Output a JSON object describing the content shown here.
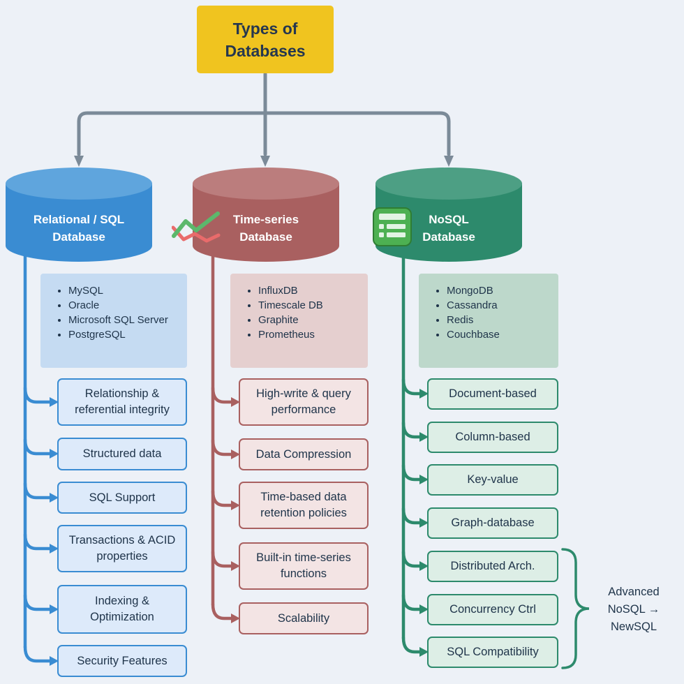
{
  "title": {
    "line1": "Types of",
    "line2": "Databases"
  },
  "colors": {
    "background": "#edf1f7",
    "title_bg": "#f0c41f",
    "title_text": "#26374f",
    "connector": "#7b8a98",
    "text_dark": "#1e3349",
    "relational": "#3a8cd2",
    "relational_light": "#5fa5dd",
    "relational_example_bg": "#c5dbf2",
    "relational_feature_bg": "#ddeafa",
    "timeseries": "#a96060",
    "timeseries_light": "#bb7d7d",
    "timeseries_example_bg": "#e5cfcf",
    "timeseries_feature_bg": "#f3e4e4",
    "nosql": "#2d8a6c",
    "nosql_light": "#4d9f84",
    "nosql_example_bg": "#bdd8cb",
    "nosql_feature_bg": "#ddeee6",
    "icon_green": "#4db052",
    "icon_green_dark": "#2f7d33",
    "icon_light": "#e2f4e4",
    "icon_line_green": "#5cb86c",
    "icon_red": "#e96b6b"
  },
  "columns": [
    {
      "name": "relational",
      "label": {
        "line1": "Relational / SQL",
        "line2": "Database"
      },
      "examples": [
        "MySQL",
        "Oracle",
        "Microsoft SQL Server",
        "PostgreSQL"
      ],
      "features": [
        "Relationship & referential integrity",
        "Structured data",
        "SQL Support",
        "Transactions & ACID properties",
        "Indexing & Optimization",
        "Security Features"
      ]
    },
    {
      "name": "timeseries",
      "label": {
        "line1": "Time-series",
        "line2": "Database"
      },
      "examples": [
        "InfluxDB",
        "Timescale DB",
        "Graphite",
        "Prometheus"
      ],
      "features": [
        "High-write & query performance",
        "Data Compression",
        "Time-based data retention policies",
        "Built-in time-series functions",
        "Scalability"
      ]
    },
    {
      "name": "nosql",
      "label": {
        "line1": "NoSQL",
        "line2": "Database"
      },
      "examples": [
        "MongoDB",
        "Cassandra",
        "Redis",
        "Couchbase"
      ],
      "features": [
        "Document-based",
        "Column-based",
        "Key-value",
        "Graph-database",
        "Distributed Arch.",
        "Concurrency Ctrl",
        "SQL Compatibility"
      ]
    }
  ],
  "annotation": {
    "line1": "Advanced",
    "line2": "NoSQL →",
    "line3": "NewSQL"
  }
}
